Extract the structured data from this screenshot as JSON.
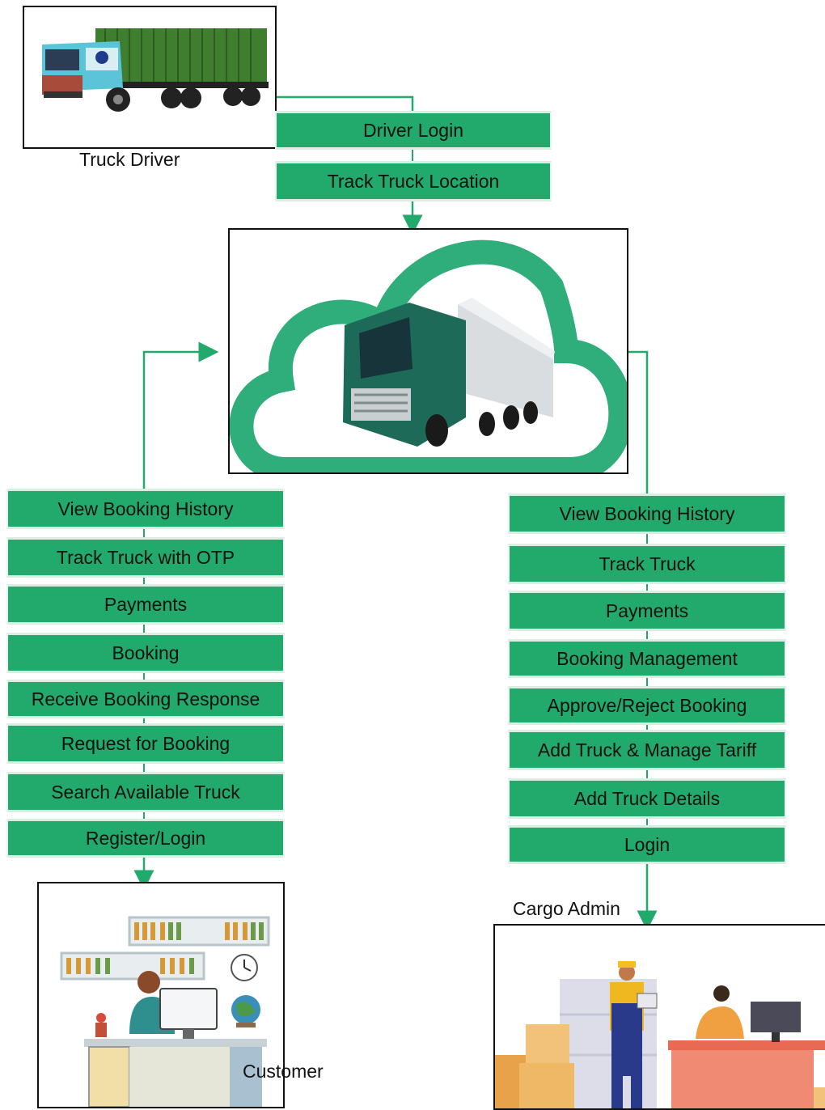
{
  "actors": {
    "truck_driver": "Truck Driver",
    "customer": "Customer",
    "cargo_admin": "Cargo Admin"
  },
  "driver_actions": [
    "Driver Login",
    "Track Truck Location"
  ],
  "customer_actions": [
    "View Booking History",
    "Track Truck with OTP",
    "Payments",
    "Booking",
    "Receive Booking Response",
    "Request for Booking",
    "Search Available Truck",
    "Register/Login"
  ],
  "admin_actions": [
    "View Booking History",
    "Track Truck",
    "Payments",
    "Booking Management",
    "Approve/Reject Booking",
    "Add Truck & Manage Tariff",
    "Add Truck Details",
    "Login"
  ],
  "colors": {
    "box": "#22a96c",
    "line": "#22a96c",
    "cloud": "#2fad7a"
  }
}
